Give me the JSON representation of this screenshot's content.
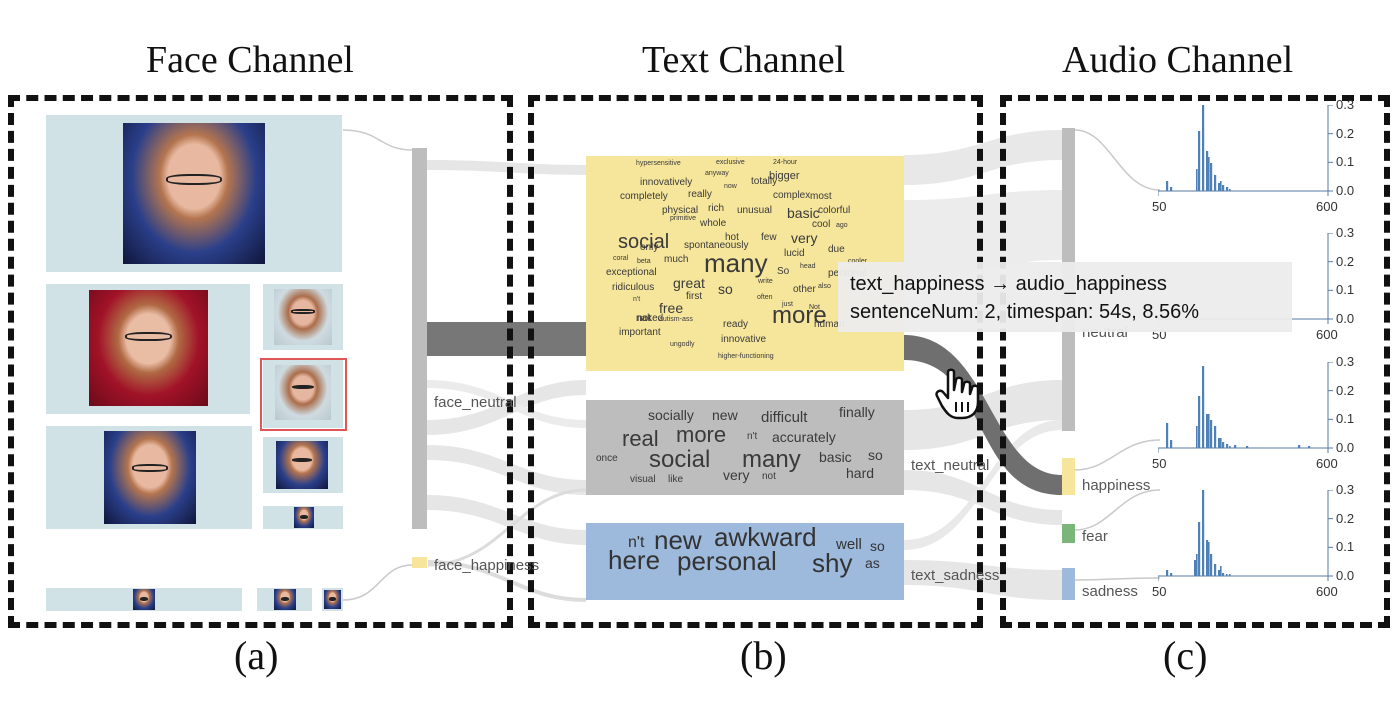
{
  "titles": {
    "face": "Face Channel",
    "text": "Text Channel",
    "audio": "Audio Channel"
  },
  "captions": {
    "a": "(a)",
    "b": "(b)",
    "c": "(c)"
  },
  "face_channel": {
    "labels": {
      "neutral": "face_neutral",
      "happiness": "face_happiness"
    },
    "colors": {
      "neutral_bar": "#bdbdbd",
      "happiness_bar": "#f6e59b",
      "thumb_bg": "#d0e2e6",
      "selected_outline": "#e05555"
    }
  },
  "text_channel": {
    "labels": {
      "neutral": "text_neutral",
      "sadness": "text_sadness"
    },
    "colors": {
      "happiness": "#f6e69b",
      "neutral": "#bdbdbd",
      "sadness": "#9dbadd"
    },
    "clouds": {
      "happiness": [
        {
          "t": "hypersensitive",
          "s": 7
        },
        {
          "t": "exclusive",
          "s": 7
        },
        {
          "t": "24-hour",
          "s": 7
        },
        {
          "t": "anyway",
          "s": 7
        },
        {
          "t": "bigger",
          "s": 11
        },
        {
          "t": "innovatively",
          "s": 10
        },
        {
          "t": "now",
          "s": 7
        },
        {
          "t": "totally",
          "s": 10
        },
        {
          "t": "completely",
          "s": 10
        },
        {
          "t": "really",
          "s": 10
        },
        {
          "t": "complex",
          "s": 10
        },
        {
          "t": "most",
          "s": 10
        },
        {
          "t": "physical",
          "s": 10
        },
        {
          "t": "unusual",
          "s": 10
        },
        {
          "t": "basic",
          "s": 14
        },
        {
          "t": "rich",
          "s": 10
        },
        {
          "t": "colorful",
          "s": 10
        },
        {
          "t": "ago",
          "s": 7
        },
        {
          "t": "whole",
          "s": 10
        },
        {
          "t": "primitive",
          "s": 7
        },
        {
          "t": "cool",
          "s": 10
        },
        {
          "t": "social",
          "s": 20
        },
        {
          "t": "hot",
          "s": 10
        },
        {
          "t": "few",
          "s": 10
        },
        {
          "t": "very",
          "s": 14
        },
        {
          "t": "only",
          "s": 10
        },
        {
          "t": "spontaneously",
          "s": 10
        },
        {
          "t": "lucid",
          "s": 10
        },
        {
          "t": "due",
          "s": 10
        },
        {
          "t": "coral",
          "s": 7
        },
        {
          "t": "beta",
          "s": 7
        },
        {
          "t": "much",
          "s": 10
        },
        {
          "t": "many",
          "s": 26
        },
        {
          "t": "head",
          "s": 7
        },
        {
          "t": "exceptional",
          "s": 10
        },
        {
          "t": "So",
          "s": 10
        },
        {
          "t": "personal",
          "s": 10
        },
        {
          "t": "ridiculous",
          "s": 10
        },
        {
          "t": "great",
          "s": 14
        },
        {
          "t": "so",
          "s": 14
        },
        {
          "t": "write",
          "s": 7
        },
        {
          "t": "other",
          "s": 10
        },
        {
          "t": "also",
          "s": 7
        },
        {
          "t": "n't",
          "s": 7
        },
        {
          "t": "often",
          "s": 7
        },
        {
          "t": "first",
          "s": 10
        },
        {
          "t": "more",
          "s": 24
        },
        {
          "t": "Not",
          "s": 7
        },
        {
          "t": "free",
          "s": 14
        },
        {
          "t": "not",
          "s": 10
        },
        {
          "t": "just",
          "s": 7
        },
        {
          "t": "human",
          "s": 10
        },
        {
          "t": "naked",
          "s": 10
        },
        {
          "t": "autism-ass",
          "s": 7
        },
        {
          "t": "ready",
          "s": 10
        },
        {
          "t": "important",
          "s": 10
        },
        {
          "t": "innovative",
          "s": 10
        },
        {
          "t": "ungodly",
          "s": 7
        },
        {
          "t": "higher-functioning",
          "s": 7
        },
        {
          "t": "cooler",
          "s": 7
        }
      ],
      "neutral": [
        {
          "t": "socially",
          "s": 14
        },
        {
          "t": "new",
          "s": 14
        },
        {
          "t": "difficult",
          "s": 15
        },
        {
          "t": "finally",
          "s": 14
        },
        {
          "t": "real",
          "s": 22
        },
        {
          "t": "more",
          "s": 22
        },
        {
          "t": "n't",
          "s": 10
        },
        {
          "t": "accurately",
          "s": 14
        },
        {
          "t": "once",
          "s": 10
        },
        {
          "t": "social",
          "s": 24
        },
        {
          "t": "many",
          "s": 24
        },
        {
          "t": "basic",
          "s": 14
        },
        {
          "t": "so",
          "s": 14
        },
        {
          "t": "hard",
          "s": 14
        },
        {
          "t": "visual",
          "s": 10
        },
        {
          "t": "like",
          "s": 10
        },
        {
          "t": "very",
          "s": 14
        },
        {
          "t": "not",
          "s": 10
        }
      ],
      "sadness": [
        {
          "t": "n't",
          "s": 16
        },
        {
          "t": "new",
          "s": 26
        },
        {
          "t": "awkward",
          "s": 26
        },
        {
          "t": "well",
          "s": 15
        },
        {
          "t": "so",
          "s": 14
        },
        {
          "t": "here",
          "s": 26
        },
        {
          "t": "personal",
          "s": 26
        },
        {
          "t": "shy",
          "s": 26
        },
        {
          "t": "as",
          "s": 14
        }
      ]
    }
  },
  "audio_channel": {
    "labels": {
      "neutral": "neutral",
      "happiness": "happiness",
      "fear": "fear",
      "sadness": "sadness"
    },
    "colors": {
      "neutral": "#bdbdbd",
      "happiness": "#f6e59b",
      "fear": "#7ab57a",
      "sadness": "#9dbadd",
      "histogram": "#4f80b6"
    },
    "y_ticks": [
      "0.3",
      "0.2",
      "0.1",
      "0.0"
    ],
    "x_ticks": [
      "50",
      "600"
    ]
  },
  "tooltip": {
    "line1": "text_happiness → audio_happiness",
    "line2": "sentenceNum: 2, timespan: 54s, 8.56%"
  },
  "icons": {
    "cursor": "hand-pointer-icon"
  }
}
